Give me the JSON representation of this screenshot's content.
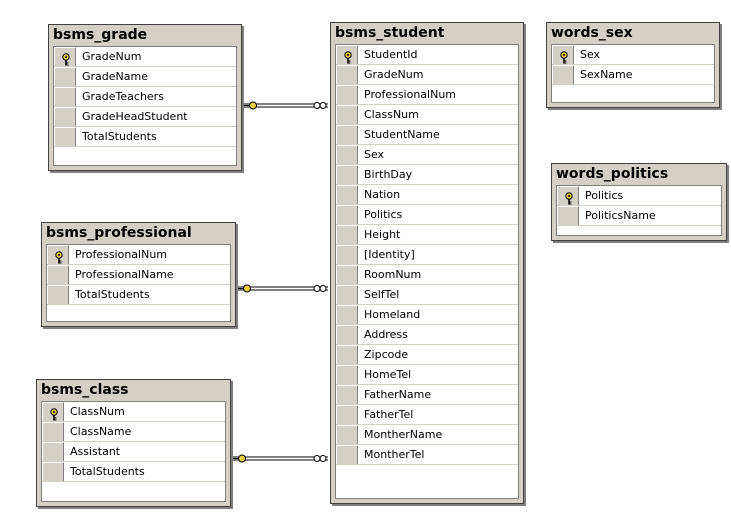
{
  "tables": {
    "bsms_grade": {
      "title": "bsms_grade",
      "columns": [
        "GradeNum",
        "GradeName",
        "GradeTeachers",
        "GradeHeadStudent",
        "TotalStudents"
      ]
    },
    "bsms_professional": {
      "title": "bsms_professional",
      "columns": [
        "ProfessionalNum",
        "ProfessionalName",
        "TotalStudents"
      ]
    },
    "bsms_class": {
      "title": "bsms_class",
      "columns": [
        "ClassNum",
        "ClassName",
        "Assistant",
        "TotalStudents"
      ]
    },
    "bsms_student": {
      "title": "bsms_student",
      "columns": [
        "StudentId",
        "GradeNum",
        "ProfessionalNum",
        "ClassNum",
        "StudentName",
        "Sex",
        "BirthDay",
        "Nation",
        "Politics",
        "Height",
        "[Identity]",
        "RoomNum",
        "SelfTel",
        "Homeland",
        "Address",
        "Zipcode",
        "HomeTel",
        "FatherName",
        "FatherTel",
        "MontherName",
        "MontherTel"
      ]
    },
    "words_sex": {
      "title": "words_sex",
      "columns": [
        "Sex",
        "SexName"
      ]
    },
    "words_politics": {
      "title": "words_politics",
      "columns": [
        "Politics",
        "PoliticsName"
      ]
    }
  },
  "relationships": [
    {
      "from": "bsms_grade",
      "to": "bsms_student"
    },
    {
      "from": "bsms_professional",
      "to": "bsms_student"
    },
    {
      "from": "bsms_class",
      "to": "bsms_student"
    }
  ],
  "colors": {
    "key": "#e8d040",
    "line": "#000000",
    "window": "#d4d0c8"
  }
}
